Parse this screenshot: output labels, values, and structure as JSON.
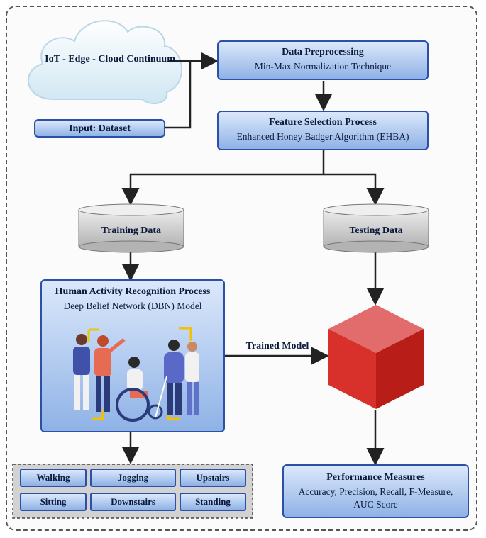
{
  "source": {
    "label": "IoT - Edge - Cloud Continuum"
  },
  "input": {
    "label": "Input: Dataset"
  },
  "preprocessing": {
    "title": "Data Preprocessing",
    "subtitle": "Min-Max Normalization Technique"
  },
  "feature_selection": {
    "title": "Feature Selection Process",
    "subtitle": "Enhanced Honey Badger Algorithm (EHBA)"
  },
  "training_data": {
    "label": "Training Data"
  },
  "testing_data": {
    "label": "Testing Data"
  },
  "har": {
    "title": "Human Activity Recognition Process",
    "subtitle": "Deep Belief Network (DBN) Model"
  },
  "trained_model": {
    "label": "Trained Model"
  },
  "performance": {
    "title": "Performance Measures",
    "line1": "Accuracy, Precision, Recall, F-Measure,",
    "line2": "AUC Score"
  },
  "activities": [
    "Walking",
    "Jogging",
    "Upstairs",
    "Sitting",
    "Downstairs",
    "Standing"
  ],
  "colors": {
    "box_border": "#2c4fa8",
    "box_top": "#dbe8fb",
    "box_bottom": "#8fb2e6",
    "cube": "#d8302a",
    "cylinder": "#bfbfbf"
  }
}
